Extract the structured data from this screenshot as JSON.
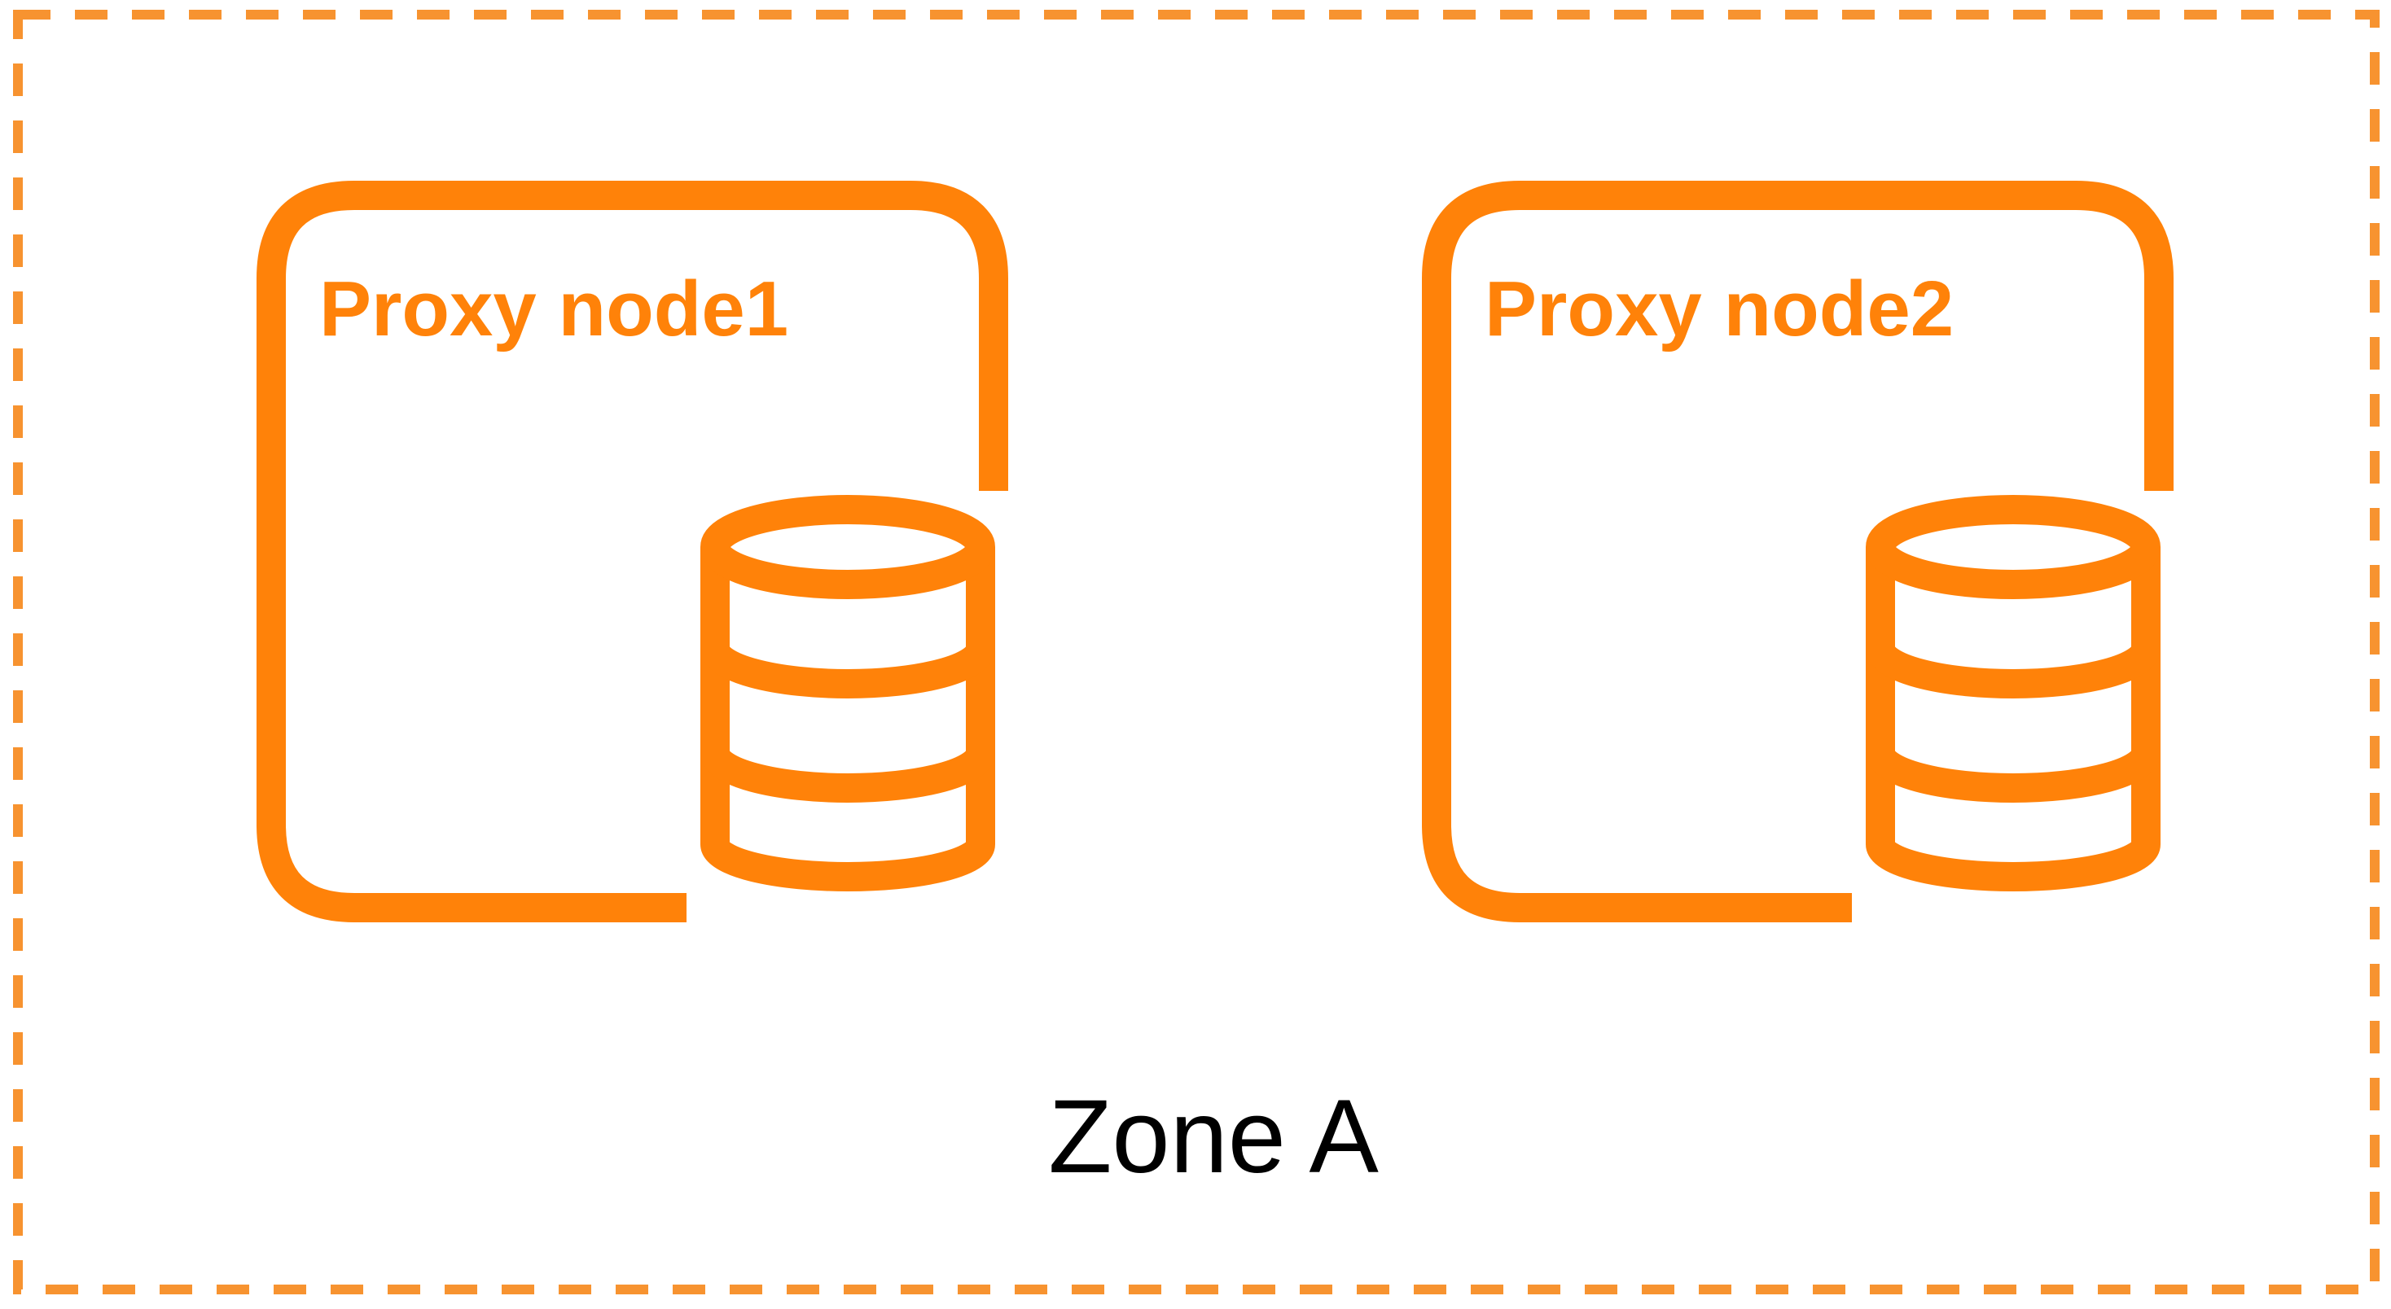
{
  "zone": {
    "label": "Zone A",
    "border_color": "#F79330"
  },
  "nodes": [
    {
      "label": "Proxy node1",
      "icon": "database-icon"
    },
    {
      "label": "Proxy node2",
      "icon": "database-icon"
    }
  ],
  "colors": {
    "accent": "#FF8209",
    "text": "#000000",
    "background": "#FFFFFF"
  }
}
